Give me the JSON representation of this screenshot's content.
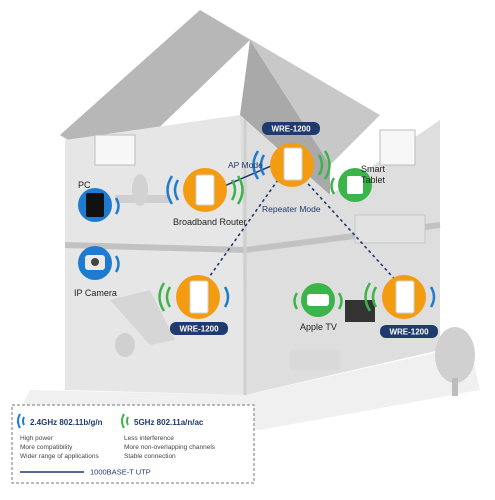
{
  "labels": {
    "pc": "PC",
    "ip_camera": "IP Camera",
    "broadband_router": "Broadband Router",
    "ap_mode": "AP Mode",
    "repeater_mode": "Repeater Mode",
    "smart_tablet_line1": "Smart",
    "smart_tablet_line2": "Tablet",
    "apple_tv": "Apple TV"
  },
  "badges": {
    "top": "WRE-1200",
    "left": "WRE-1200",
    "right": "WRE-1200"
  },
  "legend": {
    "band_24": "2.4GHz 802.11b/g/n",
    "band_5": "5GHz 802.11a/n/ac",
    "items_24": [
      "High power",
      "More compatibility",
      "Wider range of applications"
    ],
    "items_5": [
      "Less interference",
      "More non-overlapping channels",
      "Stable connection"
    ],
    "cable": "1000BASE-T UTP"
  },
  "colors": {
    "house_wall": "#dcdcdc",
    "roof": "#b7b7b7",
    "floor": "#e9e9e9",
    "badge": "#1f3a6e",
    "orange": "#f39c12",
    "green": "#3bb44a",
    "blue_wave": "#1f7bd0",
    "dash": "#1f3a6e"
  }
}
